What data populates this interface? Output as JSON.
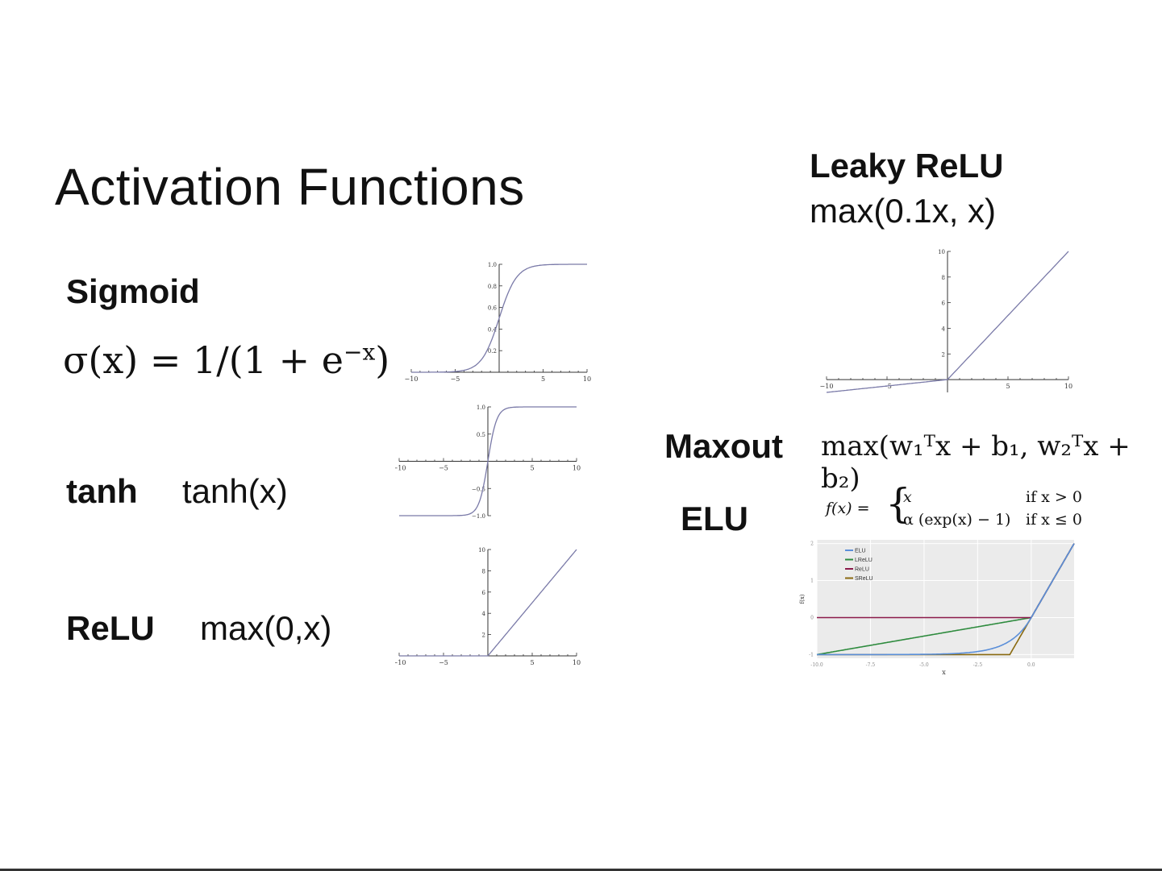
{
  "slide": {
    "title": "Activation Functions",
    "sigmoid": {
      "name": "Sigmoid",
      "formula": {
        "lhs": "σ(x) = 1/(1 + e",
        "exp": "−x",
        "rhs": ")"
      }
    },
    "tanh": {
      "name": "tanh",
      "formula": "tanh(x)"
    },
    "relu": {
      "name": "ReLU",
      "formula": "max(0,x)"
    },
    "leaky_relu": {
      "name": "Leaky ReLU",
      "formula": "max(0.1x, x)"
    },
    "maxout": {
      "name": "Maxout",
      "formula": "max(w₁ᵀx + b₁, w₂ᵀx + b₂)"
    },
    "elu": {
      "name": "ELU",
      "formula": {
        "lhs": "f(x) =",
        "case1": "x",
        "cond1": "if x > 0",
        "case2": "α (exp(x) − 1)",
        "cond2": "if x ≤ 0"
      }
    }
  },
  "colors": {
    "curve": "#7a7aa8",
    "elu": "#5b8fd9",
    "lrelu": "#2e8b3e",
    "relu": "#8b1a4a",
    "srelu": "#8a6a10",
    "panel": "#ebebeb"
  },
  "chart_data": [
    {
      "id": "sigmoid",
      "type": "line",
      "xlim": [
        -10,
        10
      ],
      "ylim": [
        0,
        1
      ],
      "xticks": [
        "−10",
        "−5",
        "5",
        "10"
      ],
      "yticks": [
        "0.2",
        "0.4",
        "0.6",
        "0.8",
        "1.0"
      ],
      "series": [
        {
          "fn": "sigmoid"
        }
      ]
    },
    {
      "id": "tanh",
      "type": "line",
      "xlim": [
        -10,
        10
      ],
      "ylim": [
        -1,
        1
      ],
      "xticks": [
        "−10",
        "−5",
        "5",
        "10"
      ],
      "yticks": [
        "1.0",
        "0.5",
        "−0.5",
        "−1.0"
      ],
      "series": [
        {
          "fn": "tanh"
        }
      ]
    },
    {
      "id": "relu",
      "type": "line",
      "xlim": [
        -10,
        10
      ],
      "ylim": [
        0,
        10
      ],
      "xticks": [
        "−10",
        "−5",
        "5",
        "10"
      ],
      "yticks": [
        "2",
        "4",
        "6",
        "8",
        "10"
      ],
      "series": [
        {
          "fn": "relu"
        }
      ]
    },
    {
      "id": "leaky_relu",
      "type": "line",
      "xlim": [
        -10,
        10
      ],
      "ylim": [
        -1,
        10
      ],
      "xticks": [
        "−10",
        "−5",
        "5",
        "10"
      ],
      "yticks": [
        "2",
        "4",
        "6",
        "8",
        "10"
      ],
      "series": [
        {
          "fn": "leaky_relu"
        }
      ]
    },
    {
      "id": "elu",
      "type": "line",
      "xlim": [
        -10,
        2
      ],
      "ylim": [
        -1,
        2
      ],
      "xlabel": "x",
      "ylabel": "f(x)",
      "xticks": [
        "-10.0",
        "-7.5",
        "-5.0",
        "-2.5",
        "0.0"
      ],
      "yticks": [
        "-1",
        "0",
        "1",
        "2"
      ],
      "series": [
        {
          "name": "ELU",
          "fn": "elu"
        },
        {
          "name": "LReLU",
          "fn": "lrelu"
        },
        {
          "name": "ReLU",
          "fn": "relu"
        },
        {
          "name": "SReLU",
          "fn": "srelu"
        }
      ]
    }
  ]
}
